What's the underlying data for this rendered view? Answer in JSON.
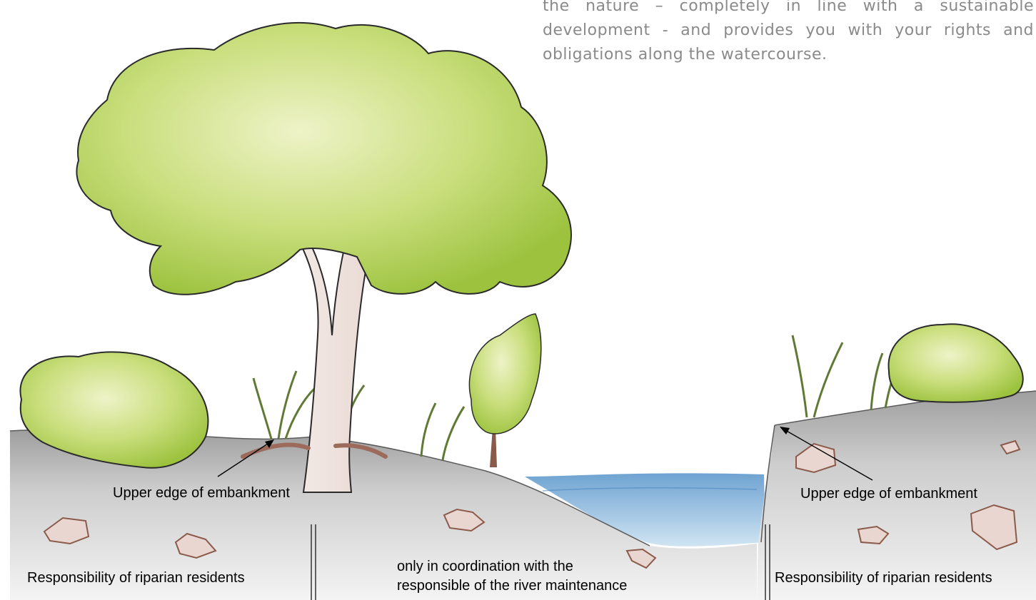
{
  "intro_text": "the nature – completely in line with a sustainable development - and provides you with your rights and obligations along the watercourse.",
  "labels": {
    "upper_edge_left": "Upper edge of embankment",
    "upper_edge_right": "Upper edge of embankment",
    "responsibility_left": "Responsibility of riparian residents",
    "responsibility_right": "Responsibility of riparian residents",
    "coordination_line1": "only in coordination with the",
    "coordination_line2": "responsible of the river maintenance"
  },
  "colors": {
    "foliage": "#b6d35a",
    "foliage_light": "#dfeab0",
    "trunk": "#9c6b5c",
    "ground": "#c4c4c4",
    "water": "#7fb0d8",
    "intro_text": "#8a8a8a"
  }
}
